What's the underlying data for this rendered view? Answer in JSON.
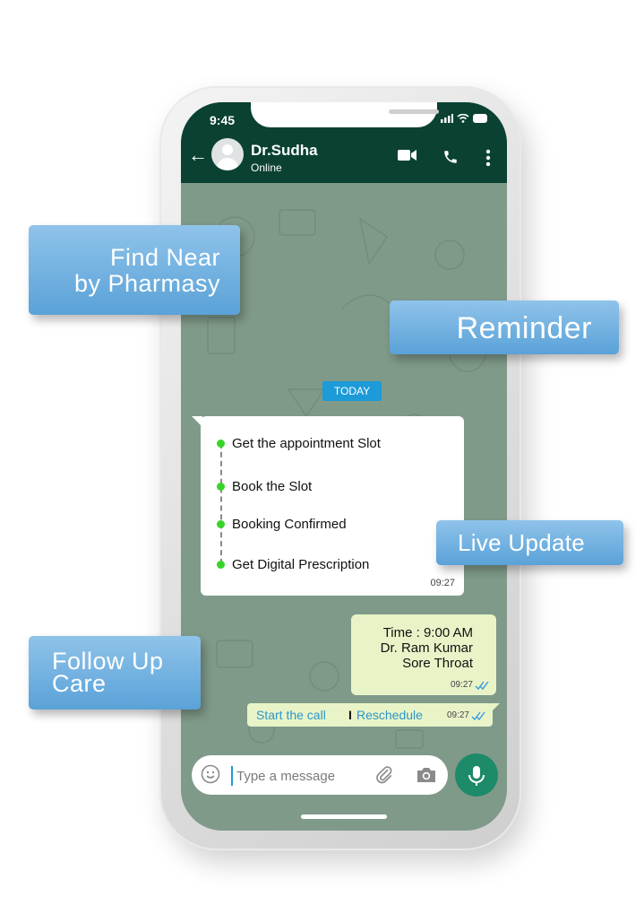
{
  "status_bar": {
    "time": "9:45"
  },
  "chat_header": {
    "name": "Dr.Sudha",
    "status": "Online"
  },
  "date_chip": "TODAY",
  "steps_message": {
    "steps": [
      "Get the appointment Slot",
      "Book the Slot",
      "Booking Confirmed",
      "Get Digital Prescription"
    ],
    "time": "09:27"
  },
  "appointment_message": {
    "lines": [
      "Time : 9:00 AM",
      "Dr. Ram Kumar",
      "Sore Throat"
    ],
    "time": "09:27"
  },
  "call_message": {
    "start": "Start the call",
    "separator": "I",
    "reschedule": "Reschedule",
    "time": "09:27"
  },
  "composer": {
    "placeholder": "Type a message"
  },
  "feature_tags": {
    "pharmacy_line1": "Find Near",
    "pharmacy_line2": "by Pharmasy",
    "reminder": "Reminder",
    "live_update": "Live Update",
    "follow_line1": "Follow Up",
    "follow_line2": "Care"
  },
  "colors": {
    "header": "#0a4133",
    "chat_bg": "#7f9a89",
    "outgoing": "#e8f4c8",
    "accent": "#1d9ad8",
    "mic": "#1d8a6a",
    "tag": "#5aa2d8",
    "step_dot": "#39d32a"
  },
  "icons": [
    "back-arrow-icon",
    "avatar-icon",
    "video-call-icon",
    "voice-call-icon",
    "more-options-icon",
    "emoji-icon",
    "attach-icon",
    "camera-icon",
    "mic-icon",
    "double-check-icon"
  ]
}
